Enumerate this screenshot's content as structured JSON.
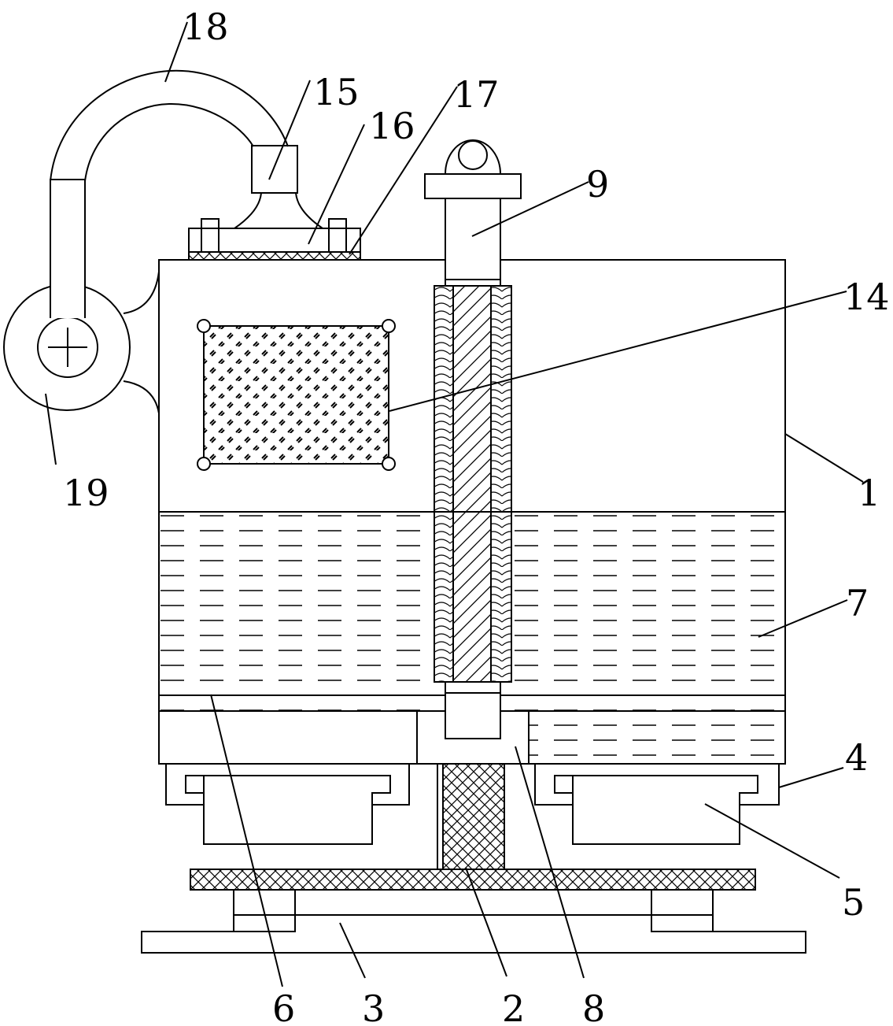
{
  "labels": {
    "l1": "1",
    "l2": "2",
    "l3": "3",
    "l4": "4",
    "l5": "5",
    "l6": "6",
    "l7": "7",
    "l8": "8",
    "l9": "9",
    "l14": "14",
    "l15": "15",
    "l16": "16",
    "l17": "17",
    "l18": "18",
    "l19": "19"
  }
}
